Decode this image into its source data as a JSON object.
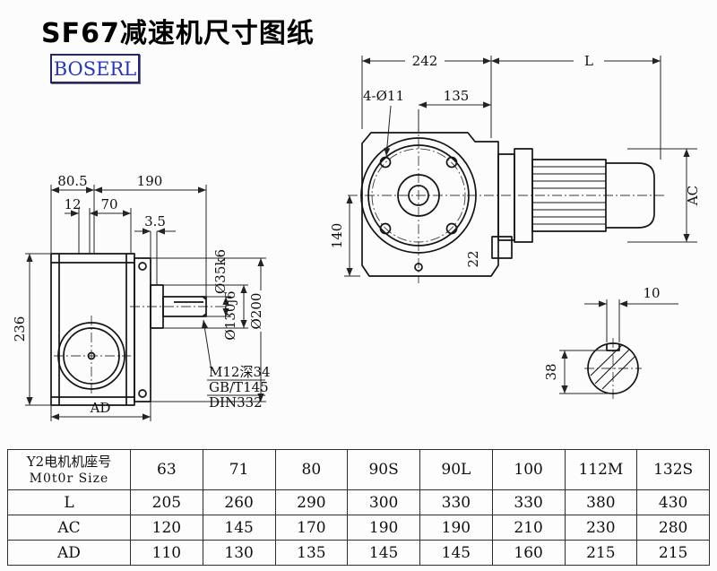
{
  "title": "SF67减速机尺寸图纸",
  "logo": {
    "text": "BOSERL"
  },
  "views": {
    "front": {
      "dim_242": "242",
      "dim_L": "L",
      "dim_bolt": "4-Ø11",
      "dim_135": "135",
      "dim_140": "140",
      "dim_22": "22",
      "dim_AC": "AC"
    },
    "side": {
      "dim_80_5": "80.5",
      "dim_190": "190",
      "dim_12": "12",
      "dim_70": "70",
      "dim_3_5": "3.5",
      "dim_236": "236",
      "dim_AD": "AD",
      "dia_shaft": "Ø35k6",
      "dia_spigot": "Ø130j6",
      "dia_flange": "Ø200",
      "callout_line1": "M12深34",
      "callout_line2": "GB/T145",
      "callout_line3": "DIN332"
    },
    "shaft_section": {
      "dim_10": "10",
      "dim_38": "38"
    }
  },
  "table": {
    "motor_row": {
      "label_cn": "Y2电机机座号",
      "label_en": "M0t0r Size",
      "values": [
        "63",
        "71",
        "80",
        "90S",
        "90L",
        "100",
        "112M",
        "132S"
      ]
    },
    "rows": [
      {
        "label": "L",
        "values": [
          "205",
          "260",
          "290",
          "300",
          "330",
          "330",
          "380",
          "430"
        ]
      },
      {
        "label": "AC",
        "values": [
          "120",
          "145",
          "170",
          "190",
          "190",
          "210",
          "230",
          "280"
        ]
      },
      {
        "label": "AD",
        "values": [
          "110",
          "130",
          "135",
          "145",
          "145",
          "160",
          "215",
          "215"
        ]
      }
    ]
  }
}
